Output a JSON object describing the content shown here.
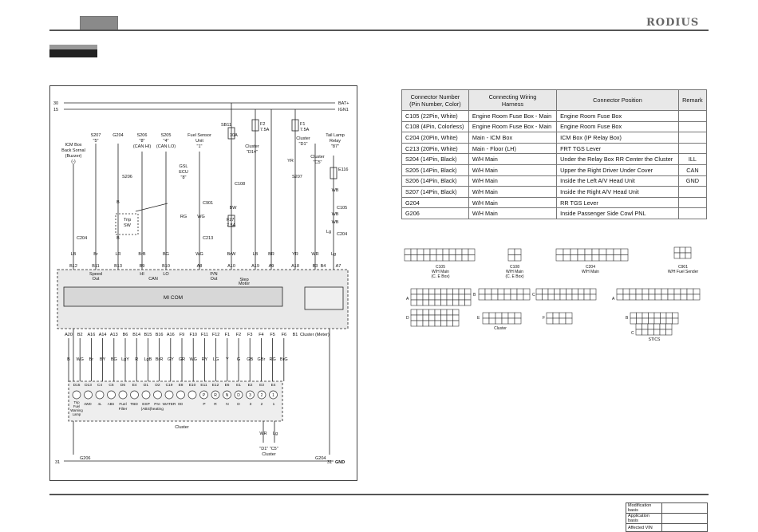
{
  "header": {
    "brand": "RODIUS"
  },
  "diagram": {
    "rails": [
      {
        "num": "30",
        "label": "BAT+"
      },
      {
        "num": "15",
        "label": "IGN1"
      }
    ],
    "top_labels": {
      "icm_box": [
        "ICM Box",
        "Back Sornal",
        "(Buzzer)",
        "(-)"
      ],
      "s207": [
        "S207",
        "\"5\""
      ],
      "g204": [
        "G204"
      ],
      "s206": [
        "S206",
        "\"8\"",
        "(CAN HI)"
      ],
      "s205": [
        "S205",
        "\"4\"",
        "(CAN LO)"
      ],
      "fuel_sensor": [
        "Fuel Sensor",
        "Unit",
        "\"1\""
      ],
      "gsl_ecu": [
        "GSL",
        "ECU",
        "\"8\""
      ],
      "sb11": "SB11",
      "f2": [
        "F2",
        "7.5A"
      ],
      "f1": [
        "F1",
        "7.5A"
      ],
      "fuse_30a": "30A",
      "cluster_d14": [
        "Cluster",
        "\"D14\""
      ],
      "cluster_d1": [
        "Cluster",
        "\"D1\""
      ],
      "cluster_c5": [
        "Cluster",
        "\"C5\""
      ],
      "tail_lamp": [
        "Tail Lamp",
        "Relay",
        "\"87\""
      ],
      "e116": "E116",
      "f27": [
        "F27",
        "7.5A"
      ],
      "c108": "C108",
      "c204_left": "C204",
      "c204_right": "C204",
      "c901": "C901",
      "c213": "C213",
      "s206_small": "S206",
      "s207_small": "S207",
      "c105": "C105",
      "trip_sw": [
        "Trip",
        "SW"
      ],
      "wires_small": [
        "B",
        "B",
        "YR",
        "WB",
        "WB",
        "WB",
        "Lg",
        "RG",
        "WG",
        "BW"
      ]
    },
    "wire_colors_top": [
      "LB",
      "Br",
      "LR",
      "BrB",
      "BG",
      "WG",
      "BrW",
      "LB",
      "BR",
      "YR",
      "WR",
      "Lg"
    ],
    "pins_top": [
      "B12",
      "B11",
      "B13",
      "B9",
      "B10",
      "A8",
      "A10",
      "A19",
      "A9",
      "A18",
      "B3",
      "B4",
      "A7"
    ],
    "module_inner_labels": [
      "Speed",
      "Out",
      "HI",
      "LO",
      "CAN",
      "P/N",
      "Out",
      "Step",
      "Motor"
    ],
    "micom": "MI COM",
    "cluster_meter": "Cluster (Meter)",
    "pins_bottom": [
      "A20",
      "B2",
      "A16",
      "A14",
      "A13",
      "B6",
      "B14",
      "B15",
      "B16",
      "A16",
      "F9",
      "F10",
      "F11",
      "F12",
      "F1",
      "F2",
      "F3",
      "F4",
      "F5",
      "F6",
      "B1"
    ],
    "wire_colors_bottom": [
      "B",
      "WG",
      "Br",
      "BY",
      "BG",
      "LgY",
      "R",
      "LgB",
      "BrR",
      "GY",
      "GR",
      "WG",
      "RY",
      "LG",
      "Y",
      "G",
      "GB",
      "GBr",
      "RG",
      "BrG"
    ],
    "lamp_pins": [
      "D15",
      "D13",
      "C4",
      "C6",
      "D6",
      "E4",
      "D1",
      "D2",
      "C19",
      "E8",
      "E10",
      "E11",
      "E12",
      "E6",
      "E1",
      "E2",
      "E3",
      "E4"
    ],
    "lamp_labels": [
      "Fuel",
      "Filter",
      "TBD",
      "ESP",
      "(ABS)",
      "Pre",
      "heating",
      "WATER",
      "P",
      "R",
      "N",
      "D",
      "3",
      "2",
      "1"
    ],
    "lamp_small_labels": [
      "Trip",
      "Fuel",
      "Warning",
      "Lamp",
      "ABS",
      "4WD",
      "4L",
      "OD"
    ],
    "lamp_symbols": [
      "P",
      "R",
      "N",
      "D",
      "3",
      "2",
      "1"
    ],
    "cluster_bottom": "Cluster",
    "out_wires": [
      "WR",
      "Lg"
    ],
    "out_targets": [
      "\"D1\" \"C5\"",
      "Cluster"
    ],
    "ground": {
      "g206": "G206",
      "g204": "G204",
      "num_left": "31",
      "num_right": "31",
      "label": "GND"
    }
  },
  "connector_table": {
    "headers": [
      "Connector Number\n(Pin Number, Color)",
      "Connecting Wiring\nHarness",
      "Connector Position",
      "Remark"
    ],
    "rows": [
      [
        "C105 (22Pin, White)",
        "Engine Room Fuse Box - Main",
        "Engine Room Fuse Box",
        ""
      ],
      [
        "C108 (4Pin, Colorless)",
        "Engine Room Fuse Box - Main",
        "Engine Room Fuse Box",
        ""
      ],
      [
        "C204 (20Pin, White)",
        "Main - ICM Box",
        "ICM Box (IP Relay Box)",
        ""
      ],
      [
        "C213 (20Pin, White)",
        "Main - Floor (LH)",
        "FRT TGS Lever",
        ""
      ],
      [
        "S204 (14Pin, Black)",
        "W/H Main",
        "Under the Relay Box RR Center the Cluster",
        "ILL"
      ],
      [
        "S205 (14Pin, Black)",
        "W/H Main",
        "Upper the Right Driver Under Cover",
        "CAN"
      ],
      [
        "S206 (14Pin, Black)",
        "W/H Main",
        "Inside the Left A/V Head Unit",
        "GND"
      ],
      [
        "S207 (14Pin, Black)",
        "W/H Main",
        "Inside the Right A/V Head Unit",
        ""
      ],
      [
        "G204",
        "W/H Main",
        "RR TGS Lever",
        ""
      ],
      [
        "G206",
        "W/H Main",
        "Inside Passenger Side Cowl PNL",
        ""
      ]
    ]
  },
  "connector_views": {
    "c105": [
      "C105",
      "W/H Main",
      "(C. E Box)"
    ],
    "c108": [
      "C108",
      "W/H Main",
      "(C. E Box)"
    ],
    "c204": [
      "C204",
      "W/H Main"
    ],
    "c901": [
      "C901",
      "W/H Fuel Sender"
    ],
    "cluster": "Cluster",
    "stics": "STICS",
    "row_letters": [
      "A",
      "B",
      "C",
      "D",
      "E",
      "F",
      "A",
      "B",
      "C"
    ]
  },
  "footer": {
    "rows": [
      {
        "label": "Modification basis",
        "value": ""
      },
      {
        "label": "Application basis",
        "value": ""
      },
      {
        "label": "Affected VIN",
        "value": ""
      }
    ]
  }
}
